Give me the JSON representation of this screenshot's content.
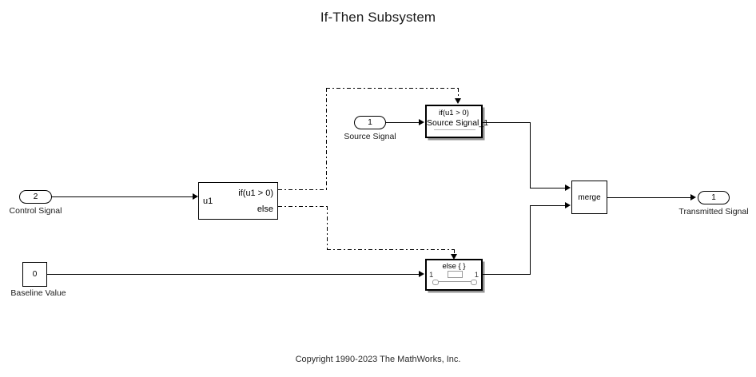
{
  "title": "If-Then Subsystem",
  "copyright": "Copyright 1990-2023 The MathWorks, Inc.",
  "colors": {
    "background": "#ffffff",
    "line": "#000000",
    "text": "#1a1a1a",
    "block_fill": "#ffffff",
    "inner_detail": "#9a9a9a"
  },
  "ports": {
    "control_signal": {
      "number": "2",
      "label": "Control Signal"
    },
    "source_signal": {
      "number": "1",
      "label": "Source Signal"
    },
    "transmitted_signal": {
      "number": "1",
      "label": "Transmitted Signal"
    }
  },
  "blocks": {
    "baseline_constant": {
      "value": "0",
      "label": "Baseline Value"
    },
    "if_block": {
      "input_label": "u1",
      "if_output_label": "if(u1 > 0)",
      "else_output_label": "else"
    },
    "if_action_subsystem": {
      "condition_label": "if(u1 > 0)",
      "name": "Source Signal_1"
    },
    "else_action_subsystem": {
      "condition_label": "else { }",
      "in_port_number": "1",
      "out_port_number": "1"
    },
    "merge_block": {
      "label": "merge"
    }
  }
}
